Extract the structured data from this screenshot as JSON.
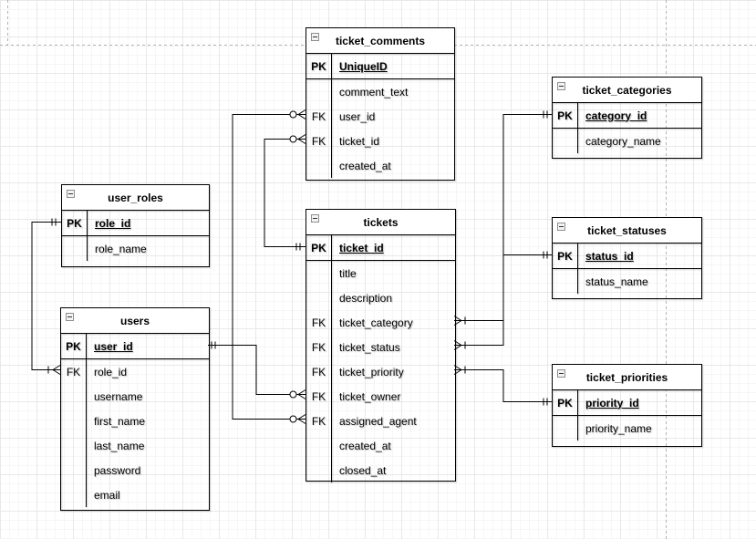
{
  "diagram": {
    "type": "entity-relationship",
    "colors": {
      "stroke": "#000000",
      "grid_major": "#e8e8e8",
      "grid_minor": "#f6f6f6",
      "page_break": "#b3b3b3",
      "header_fill": "#ffffff"
    },
    "tables": [
      {
        "title": "ticket_comments",
        "collapse_icon": "minus-icon",
        "rows": [
          {
            "key": "PK",
            "name": "UniqueID"
          },
          {
            "key": "",
            "name": "comment_text"
          },
          {
            "key": "FK",
            "name": "user_id"
          },
          {
            "key": "FK",
            "name": "ticket_id"
          },
          {
            "key": "",
            "name": "created_at"
          }
        ]
      },
      {
        "title": "user_roles",
        "collapse_icon": "minus-icon",
        "rows": [
          {
            "key": "PK",
            "name": "role_id"
          },
          {
            "key": "",
            "name": "role_name"
          }
        ]
      },
      {
        "title": "users",
        "collapse_icon": "minus-icon",
        "rows": [
          {
            "key": "PK",
            "name": "user_id"
          },
          {
            "key": "FK",
            "name": "role_id"
          },
          {
            "key": "",
            "name": "username"
          },
          {
            "key": "",
            "name": "first_name"
          },
          {
            "key": "",
            "name": "last_name"
          },
          {
            "key": "",
            "name": "password"
          },
          {
            "key": "",
            "name": "email"
          }
        ]
      },
      {
        "title": "tickets",
        "collapse_icon": "minus-icon",
        "rows": [
          {
            "key": "PK",
            "name": "ticket_id"
          },
          {
            "key": "",
            "name": "title"
          },
          {
            "key": "",
            "name": "description"
          },
          {
            "key": "FK",
            "name": "ticket_category"
          },
          {
            "key": "FK",
            "name": "ticket_status"
          },
          {
            "key": "FK",
            "name": "ticket_priority"
          },
          {
            "key": "FK",
            "name": "ticket_owner"
          },
          {
            "key": "FK",
            "name": "assigned_agent"
          },
          {
            "key": "",
            "name": "created_at"
          },
          {
            "key": "",
            "name": "closed_at"
          }
        ]
      },
      {
        "title": "ticket_categories",
        "collapse_icon": "minus-icon",
        "rows": [
          {
            "key": "PK",
            "name": "category_id"
          },
          {
            "key": "",
            "name": "category_name"
          }
        ]
      },
      {
        "title": "ticket_statuses",
        "collapse_icon": "minus-icon",
        "rows": [
          {
            "key": "PK",
            "name": "status_id"
          },
          {
            "key": "",
            "name": "status_name"
          }
        ]
      },
      {
        "title": "ticket_priorities",
        "collapse_icon": "minus-icon",
        "rows": [
          {
            "key": "PK",
            "name": "priority_id"
          },
          {
            "key": "",
            "name": "priority_name"
          }
        ]
      }
    ],
    "relationships": [
      {
        "from": "ticket_comments.user_id",
        "to": "users.user_id",
        "from_cardinality": "zero-or-many",
        "to_cardinality": "exactly-one"
      },
      {
        "from": "ticket_comments.ticket_id",
        "to": "tickets.ticket_id",
        "from_cardinality": "zero-or-many",
        "to_cardinality": "exactly-one"
      },
      {
        "from": "tickets.ticket_owner",
        "to": "users.user_id",
        "from_cardinality": "zero-or-many",
        "to_cardinality": "exactly-one"
      },
      {
        "from": "tickets.assigned_agent",
        "to": "users.user_id",
        "from_cardinality": "zero-or-many",
        "to_cardinality": "exactly-one"
      },
      {
        "from": "users.role_id",
        "to": "user_roles.role_id",
        "from_cardinality": "one-or-many",
        "to_cardinality": "exactly-one"
      },
      {
        "from": "tickets.ticket_category",
        "to": "ticket_categories.category_id",
        "from_cardinality": "one-or-many",
        "to_cardinality": "exactly-one"
      },
      {
        "from": "tickets.ticket_status",
        "to": "ticket_statuses.status_id",
        "from_cardinality": "one-or-many",
        "to_cardinality": "exactly-one"
      },
      {
        "from": "tickets.ticket_priority",
        "to": "ticket_priorities.priority_id",
        "from_cardinality": "one-or-many",
        "to_cardinality": "exactly-one"
      }
    ]
  }
}
